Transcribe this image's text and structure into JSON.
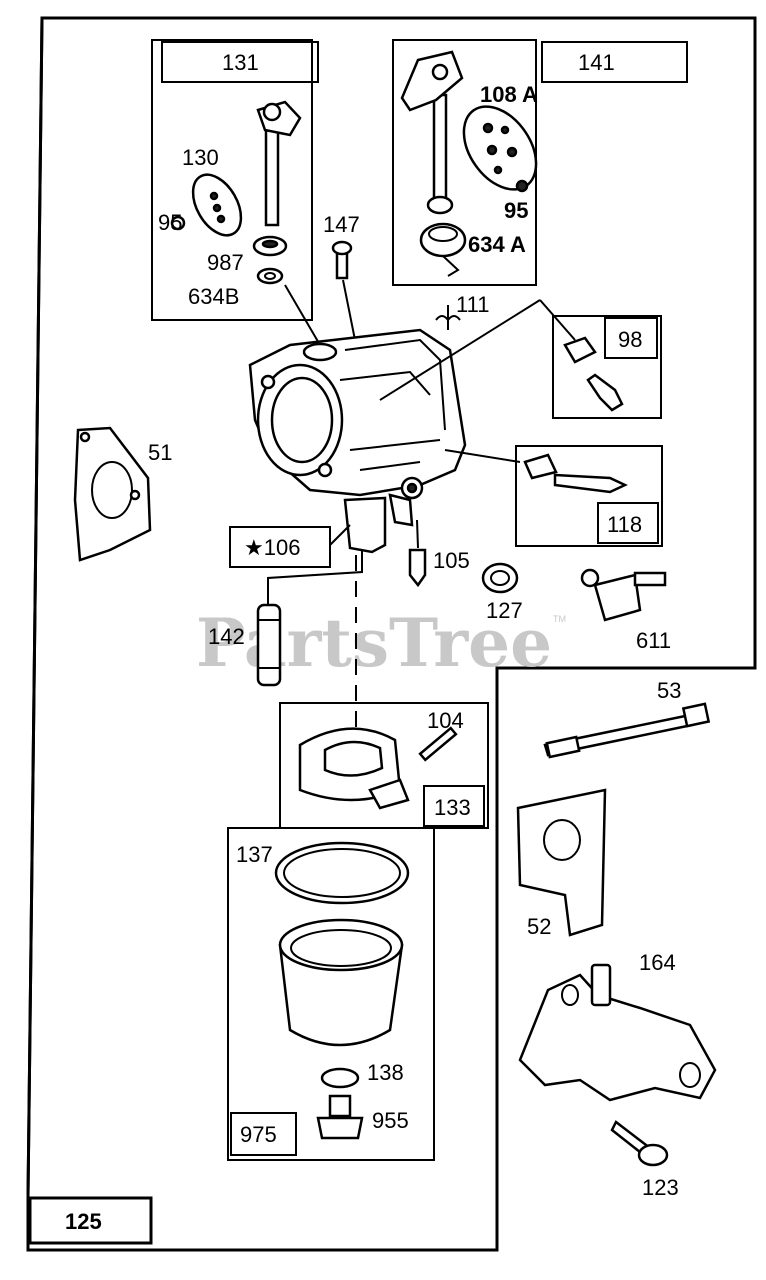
{
  "watermark": {
    "text": "PartsTree",
    "tm": "TM"
  },
  "boxes": {
    "b131": "131",
    "b141": "141",
    "b98": "98",
    "b118": "118",
    "b106": "★106",
    "b133": "133",
    "b975": "975",
    "b125": "125"
  },
  "labels": {
    "l130": "130",
    "l95a": "95",
    "l987": "987",
    "l634b": "634B",
    "l147": "147",
    "l108a": "108 A",
    "l95b": "95",
    "l634a": "634 A",
    "l111": "111",
    "l51": "51",
    "l105": "105",
    "l127": "127",
    "l611": "611",
    "l142": "142",
    "l104": "104",
    "l53": "53",
    "l137": "137",
    "l52": "52",
    "l164": "164",
    "l138": "138",
    "l955": "955",
    "l123": "123"
  }
}
